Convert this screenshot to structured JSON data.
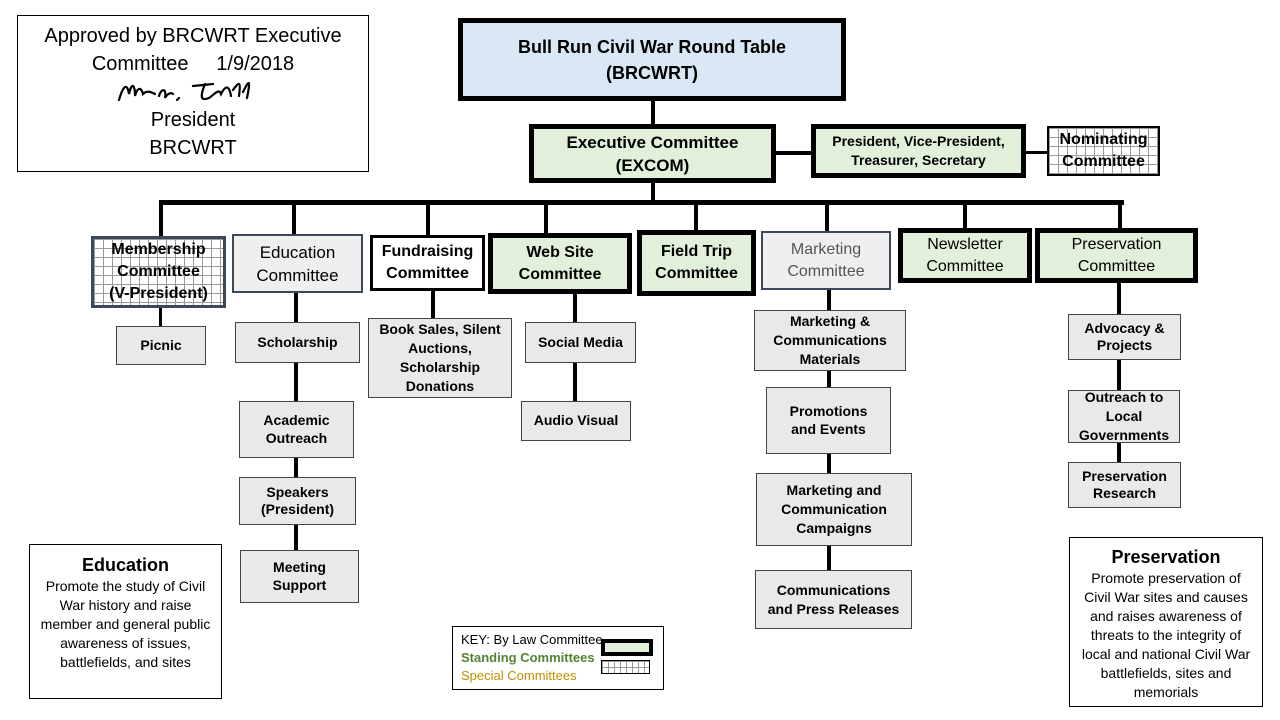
{
  "approval": {
    "line1": "Approved by BRCWRT Executive",
    "line2": "Committee     1/9/2018",
    "title": "President",
    "org": "BRCWRT"
  },
  "root": {
    "name": "Bull Run Civil War Round Table",
    "abbr": "(BRCWRT)"
  },
  "excom": {
    "name": "Executive Committee",
    "abbr": "(EXCOM)"
  },
  "officers": {
    "line1": "President, Vice-President,",
    "line2": "Treasurer, Secretary"
  },
  "nominating": {
    "line1": "Nominating",
    "line2": "Committee"
  },
  "committees": {
    "membership": {
      "line1": "Membership",
      "line2": "Committee",
      "line3": "(V-President)"
    },
    "education": {
      "line1": "Education",
      "line2": "Committee"
    },
    "fundraising": {
      "line1": "Fundraising",
      "line2": "Committee"
    },
    "website": {
      "line1": "Web Site",
      "line2": "Committee"
    },
    "fieldtrip": {
      "line1": "Field Trip",
      "line2": "Committee"
    },
    "marketing": {
      "line1": "Marketing",
      "line2": "Committee"
    },
    "newsletter": {
      "line1": "Newsletter",
      "line2": "Committee"
    },
    "preservation": {
      "line1": "Preservation",
      "line2": "Committee"
    }
  },
  "subs": {
    "picnic": "Picnic",
    "scholarship": "Scholarship",
    "academic": [
      "Academic",
      "Outreach"
    ],
    "speakers": [
      "Speakers",
      "(President)"
    ],
    "meeting": [
      "Meeting",
      "Support"
    ],
    "booksales": [
      "Book Sales, Silent",
      "Auctions,",
      "Scholarship",
      "Donations"
    ],
    "social": "Social Media",
    "audio": "Audio Visual",
    "mcm": [
      "Marketing &",
      "Communications",
      "Materials"
    ],
    "promotions": [
      "Promotions",
      "and Events"
    ],
    "campaigns": [
      "Marketing and",
      "Communication",
      "Campaigns"
    ],
    "press": [
      "Communications",
      "and Press Releases"
    ],
    "advocacy": [
      "Advocacy &",
      "Projects"
    ],
    "outreach_local": [
      "Outreach to",
      "Local",
      "Governments"
    ],
    "pres_research": [
      "Preservation",
      "Research"
    ]
  },
  "education_note": {
    "title": "Education",
    "text": "Promote the study of Civil War history and raise member and general public awareness of issues, battlefields, and sites"
  },
  "preservation_note": {
    "title": "Preservation",
    "text": "Promote preservation of Civil War sites and causes and raises awareness of threats to the integrity of local and national Civil War battlefields, sites and memorials"
  },
  "key": {
    "bylaw": "KEY: By Law Committee",
    "standing": "Standing Committees",
    "special": "Special Committees",
    "standing_color": "#548235",
    "special_color": "#bf9000"
  }
}
